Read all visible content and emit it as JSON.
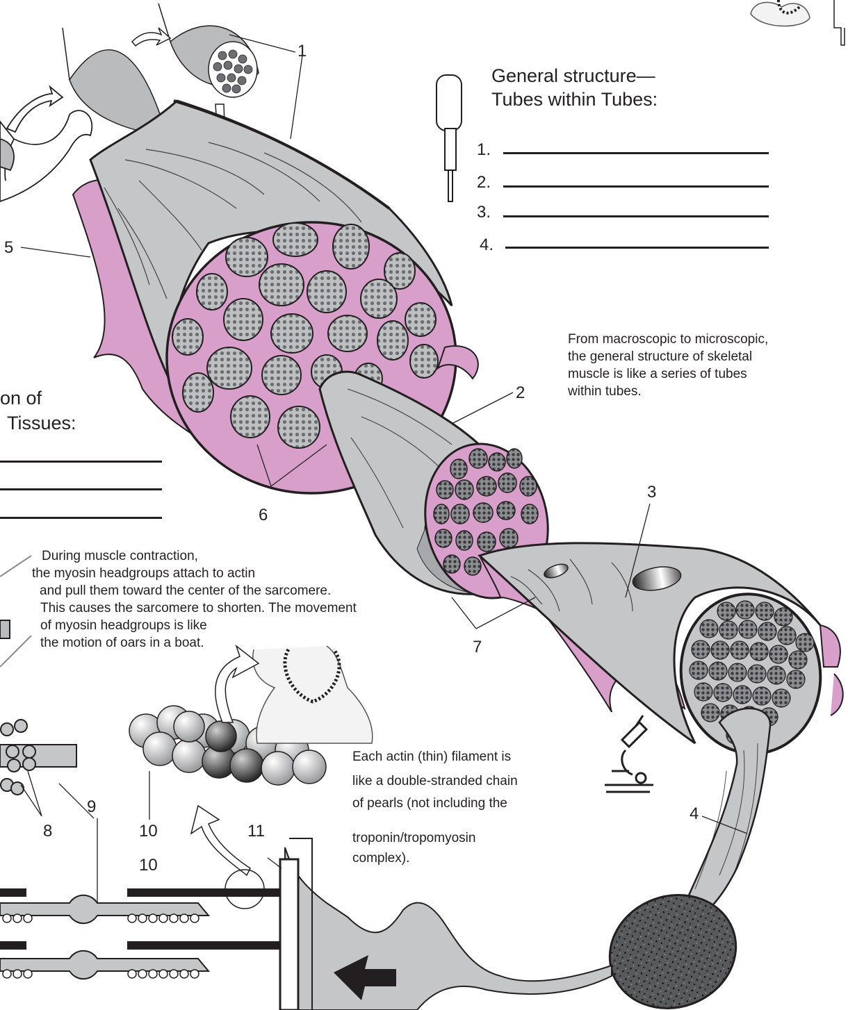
{
  "structure_box": {
    "title_line1": "General structure—",
    "title_line2": "Tubes within Tubes:",
    "items": [
      {
        "number": "1.",
        "answer": ""
      },
      {
        "number": "2.",
        "answer": ""
      },
      {
        "number": "3.",
        "answer": ""
      },
      {
        "number": "4.",
        "answer": ""
      }
    ]
  },
  "left_box": {
    "title_line1": "on of",
    "title_line2": "Tissues:"
  },
  "paragraphs": {
    "tubes": [
      "From macroscopic to microscopic,",
      "the general structure of skeletal",
      "muscle is like a series of tubes",
      "within tubes."
    ],
    "contraction": [
      "During muscle contraction,",
      "the myosin headgroups attach to actin",
      "and pull them toward the center of the sarcomere.",
      "This causes the sarcomere to shorten. The movement",
      "of myosin headgroups is like",
      "the motion of oars in a boat."
    ],
    "actin": [
      "Each actin (thin) filament is",
      "like a double-stranded chain",
      "of pearls (not including the",
      "troponin/tropomyosin",
      "complex)."
    ]
  },
  "callouts": [
    "1",
    "2",
    "3",
    "4",
    "5",
    "6",
    "7",
    "8",
    "9",
    "10",
    "10",
    "11"
  ],
  "colors": {
    "connective_tissue_pink": "#d79fc9",
    "muscle_gray": "#c4c6c8",
    "line_black": "#231f20",
    "dot_gray": "#6d6e71"
  },
  "icons": [
    "bicep-arm-icon",
    "tube-icon",
    "necklace-bust-icon",
    "microscope-icon",
    "rowing-oar-icon"
  ]
}
